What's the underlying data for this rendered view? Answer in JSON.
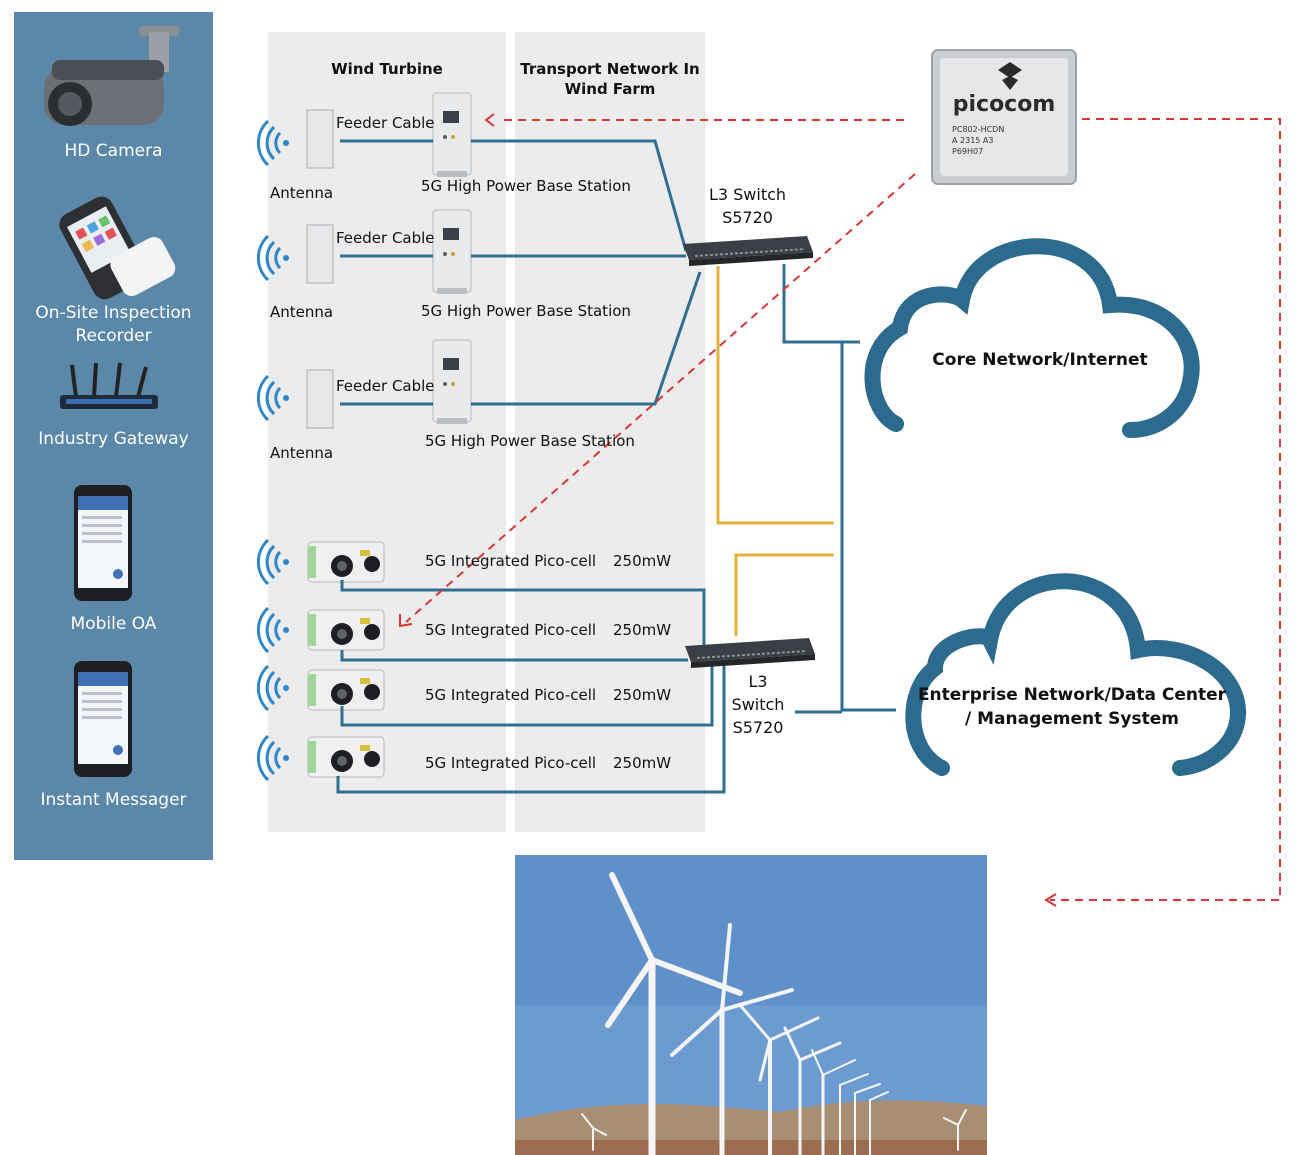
{
  "devices": {
    "hd_camera": "HD Camera",
    "inspection_recorder": "On-Site Inspection\nRecorder",
    "industry_gateway": "Industry Gateway",
    "mobile_oa": "Mobile OA",
    "instant_messager": "Instant Messager"
  },
  "columns": {
    "wind_turbine": "Wind Turbine",
    "transport_network": "Transport Network In\nWind Farm"
  },
  "base_stations": [
    {
      "antenna": "Antenna",
      "cable": "Feeder Cable",
      "station": "5G High Power Base Station"
    },
    {
      "antenna": "Antenna",
      "cable": "Feeder Cable",
      "station": "5G High Power Base Station"
    },
    {
      "antenna": "Antenna",
      "cable": "Feeder Cable",
      "station": "5G High Power Base Station"
    }
  ],
  "pico_cells": [
    {
      "label": "5G Integrated Pico-cell",
      "power": "250mW"
    },
    {
      "label": "5G Integrated Pico-cell",
      "power": "250mW"
    },
    {
      "label": "5G Integrated Pico-cell",
      "power": "250mW"
    },
    {
      "label": "5G Integrated Pico-cell",
      "power": "250mW"
    }
  ],
  "switches": {
    "top": "L3 Switch\nS5720",
    "bottom": "L3\nSwitch\nS5720"
  },
  "clouds": {
    "core": "Core Network/Internet",
    "enterprise": "Enterprise Network/Data Center\n/ Management System"
  },
  "chip": {
    "brand": "picocom",
    "markings": [
      "PC802-HCDN",
      "A  2315  A3",
      "P69H07"
    ]
  },
  "colors": {
    "panel": "#5b87a8",
    "link_blue": "#2f6f8f",
    "link_yellow": "#e3b23c",
    "dashed_red": "#d93636",
    "cloud": "#2c6a8e"
  }
}
